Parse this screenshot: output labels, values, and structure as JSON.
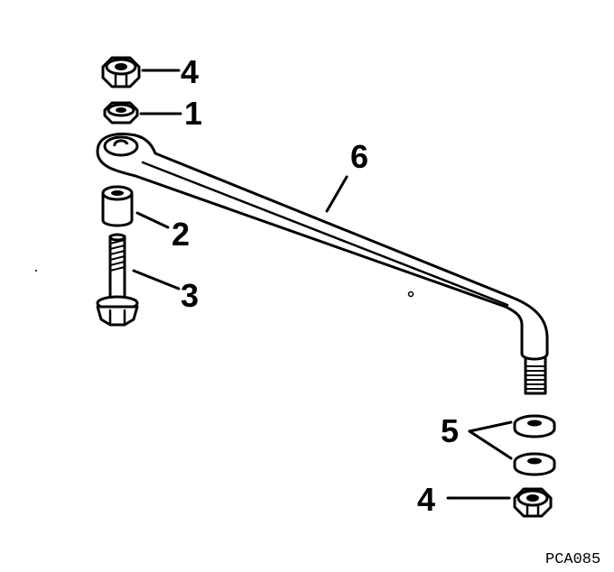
{
  "callouts": {
    "nut_top": "4",
    "washer_top": "1",
    "rod": "6",
    "bushing": "2",
    "bolt": "3",
    "washers_bottom": "5",
    "nut_bottom": "4"
  },
  "figure_code": "PCA085",
  "icons": [
    "locknut-icon",
    "washer-icon",
    "tie-rod-icon",
    "bushing-icon",
    "bolt-icon"
  ]
}
